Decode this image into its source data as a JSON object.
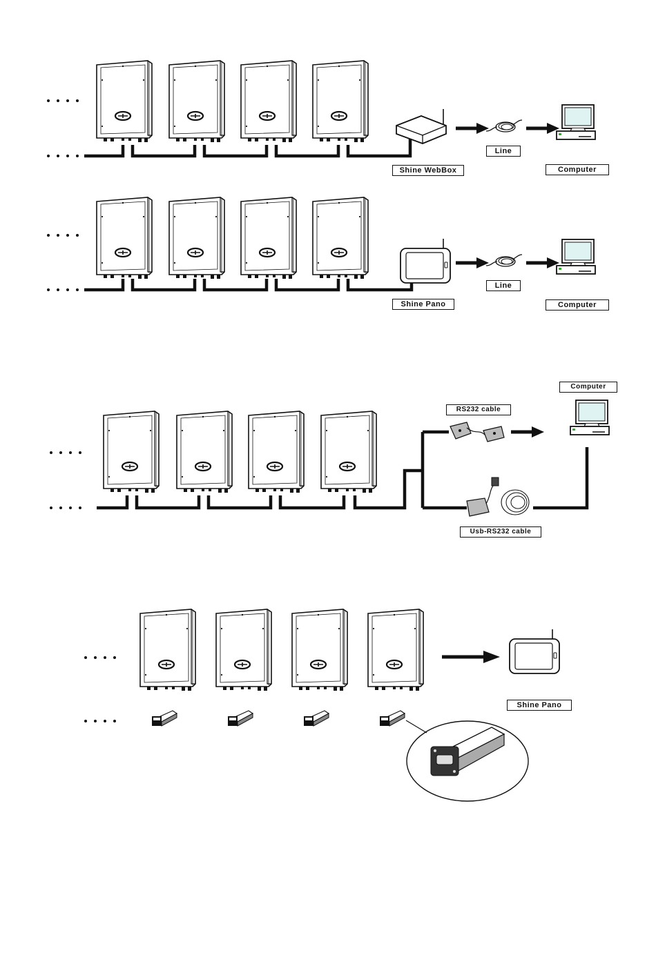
{
  "diagram1": {
    "hub_label": "Shine WebBox",
    "line_label": "Line",
    "computer_label": "Computer"
  },
  "diagram2": {
    "hub_label": "Shine Pano",
    "line_label": "Line",
    "computer_label": "Computer"
  },
  "diagram3": {
    "computer_label": "Computer",
    "rs232_label": "RS232 cable",
    "usb_label": "Usb-RS232 cable"
  },
  "diagram4": {
    "hub_label": "Shine Pano"
  },
  "icons": [
    "inverter-icon",
    "webbox-router-icon",
    "shine-pano-tablet-icon",
    "line-cable-icon",
    "computer-icon",
    "rs232-cable-icon",
    "usb-rs232-cable-icon",
    "wifi-dongle-icon",
    "arrow-icon"
  ],
  "colors": {
    "ink": "#111111",
    "screen": "#dff3f3",
    "page": "#ffffff"
  }
}
